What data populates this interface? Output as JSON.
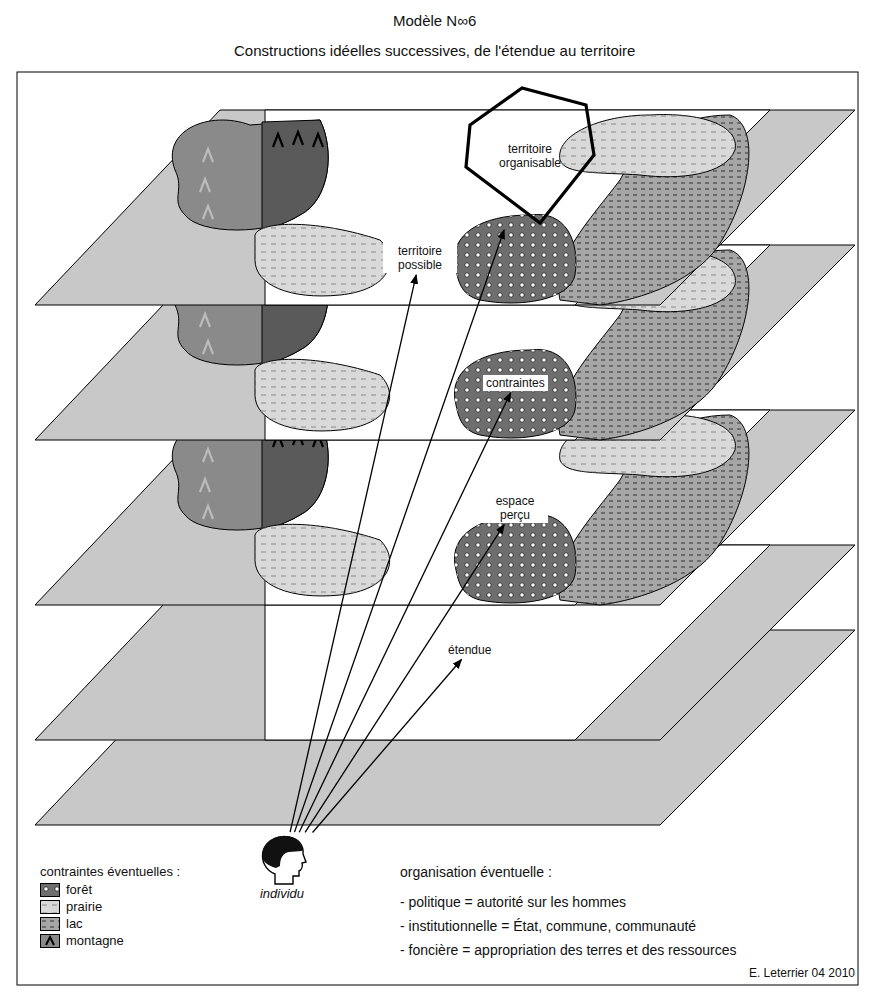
{
  "diagram": {
    "title": "Modèle N∞6",
    "nodes": [
      {
        "text": [
          "territoire organisable"
        ]
      },
      {
        "text": [
          "territoire possible"
        ]
      },
      {
        "text": [
          "contraintes"
        ]
      },
      {
        "text": [
          "espace perçu"
        ]
      },
      {
        "text": [
          "étendue"
        ]
      },
      {
        "text": [
          "individu"
        ]
      }
    ],
    "edges": [
      {
        "from": 5,
        "to": 0,
        "arrow": "to"
      },
      {
        "from": 5,
        "to": 1,
        "arrow": "to"
      },
      {
        "from": 5,
        "to": 2,
        "arrow": "to"
      },
      {
        "from": 5,
        "to": 3,
        "arrow": "to"
      },
      {
        "from": 5,
        "to": 4,
        "arrow": "to"
      }
    ],
    "labels": [
      "Constructions idéelles successives, de l'étendue au territoire",
      "contraintes éventuelles :",
      "organisation éventuelle :",
      "- politique = autorité sur les hommes",
      "- institutionnelle = État, commune, communauté",
      "- foncière = appropriation des terres et des ressources",
      "E. Leterrier 04 2010"
    ],
    "legend": [
      {
        "text": "forêt",
        "color": "#6e6e6e"
      },
      {
        "text": "prairie",
        "color": "#d9d9d9"
      },
      {
        "text": "lac",
        "color": "#a6a6a6"
      },
      {
        "text": "montagne",
        "color": "#8a8a8a"
      }
    ]
  }
}
